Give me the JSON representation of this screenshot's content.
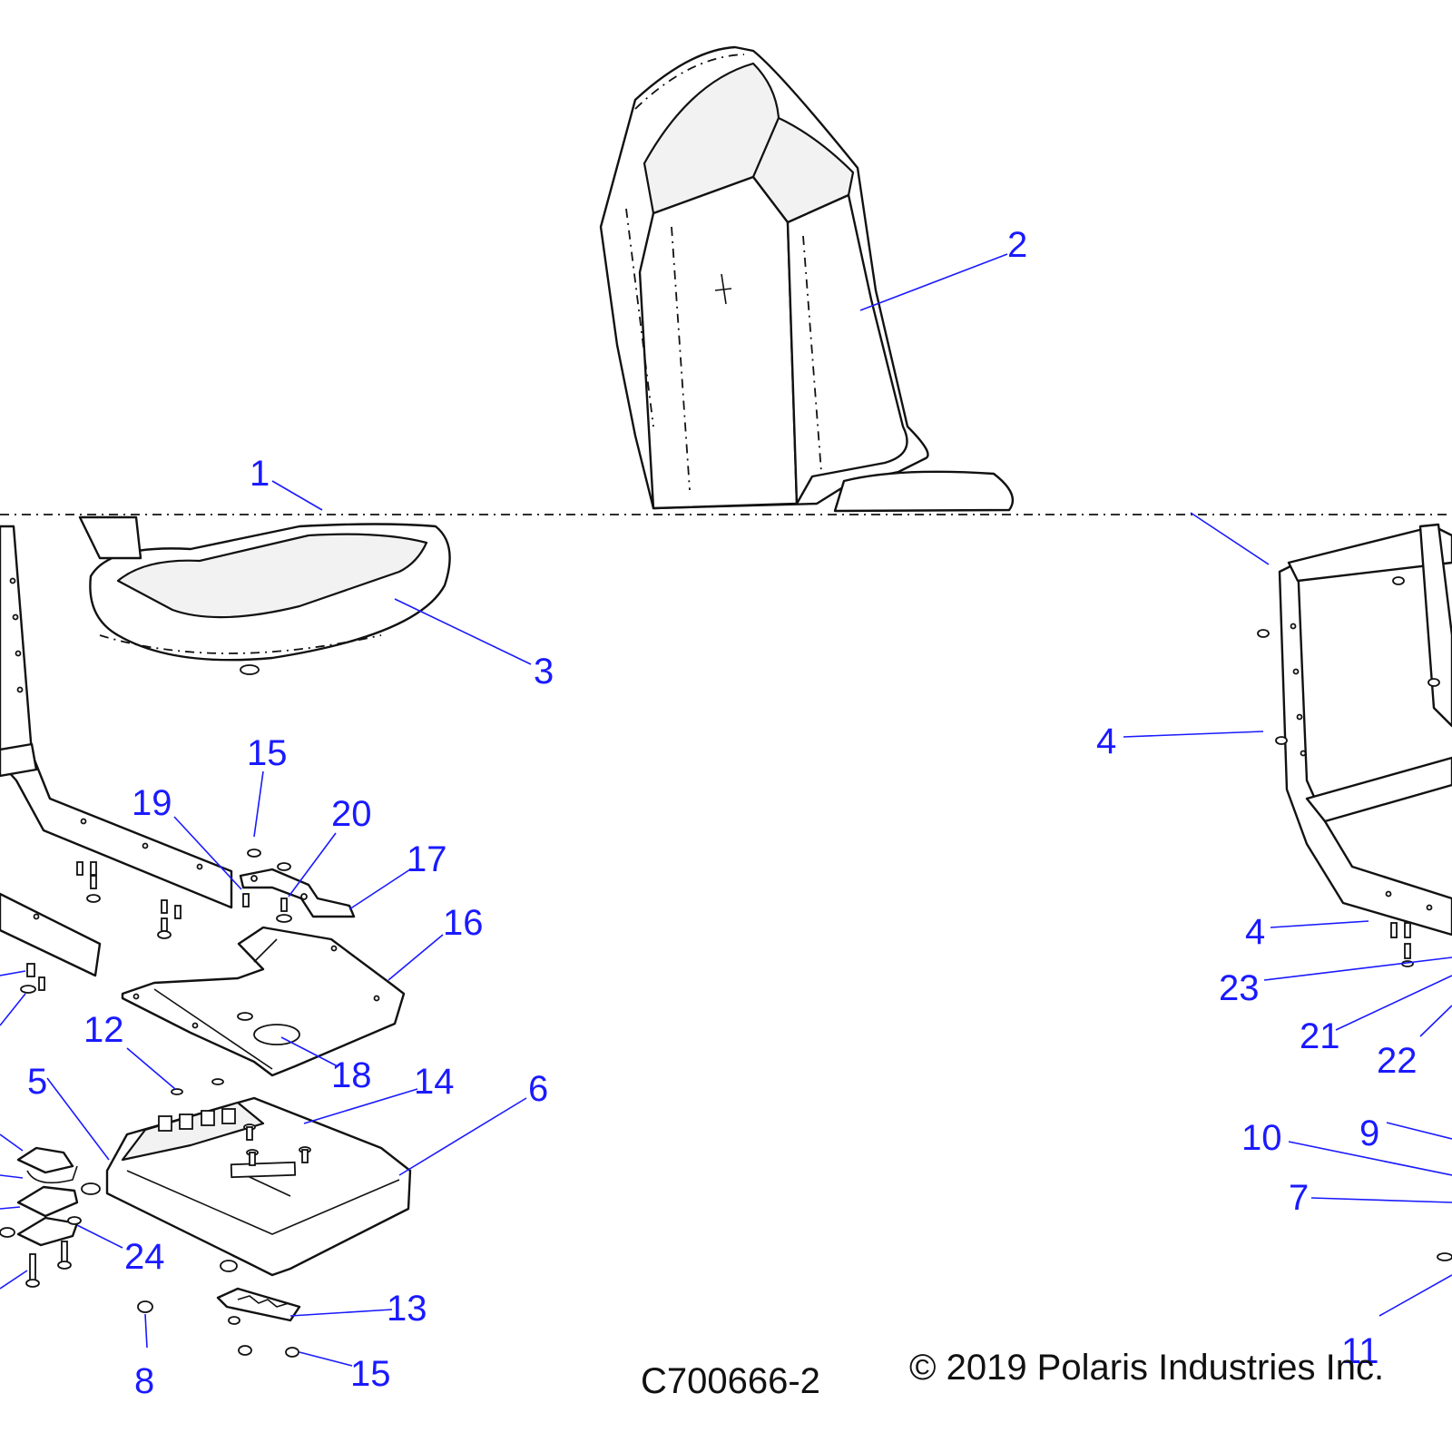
{
  "drawing_number": "C700666-2",
  "copyright": "© 2019 Polaris Industries Inc.",
  "callouts": [
    {
      "label": "1"
    },
    {
      "label": "2"
    },
    {
      "label": "3"
    },
    {
      "label": "4"
    },
    {
      "label": "4"
    },
    {
      "label": "5"
    },
    {
      "label": "6"
    },
    {
      "label": "7"
    },
    {
      "label": "8"
    },
    {
      "label": "9"
    },
    {
      "label": "10"
    },
    {
      "label": "11"
    },
    {
      "label": "12"
    },
    {
      "label": "13"
    },
    {
      "label": "14"
    },
    {
      "label": "15"
    },
    {
      "label": "15"
    },
    {
      "label": "16"
    },
    {
      "label": "17"
    },
    {
      "label": "18"
    },
    {
      "label": "19"
    },
    {
      "label": "20"
    },
    {
      "label": "21"
    },
    {
      "label": "22"
    },
    {
      "label": "23"
    },
    {
      "label": "24"
    }
  ]
}
